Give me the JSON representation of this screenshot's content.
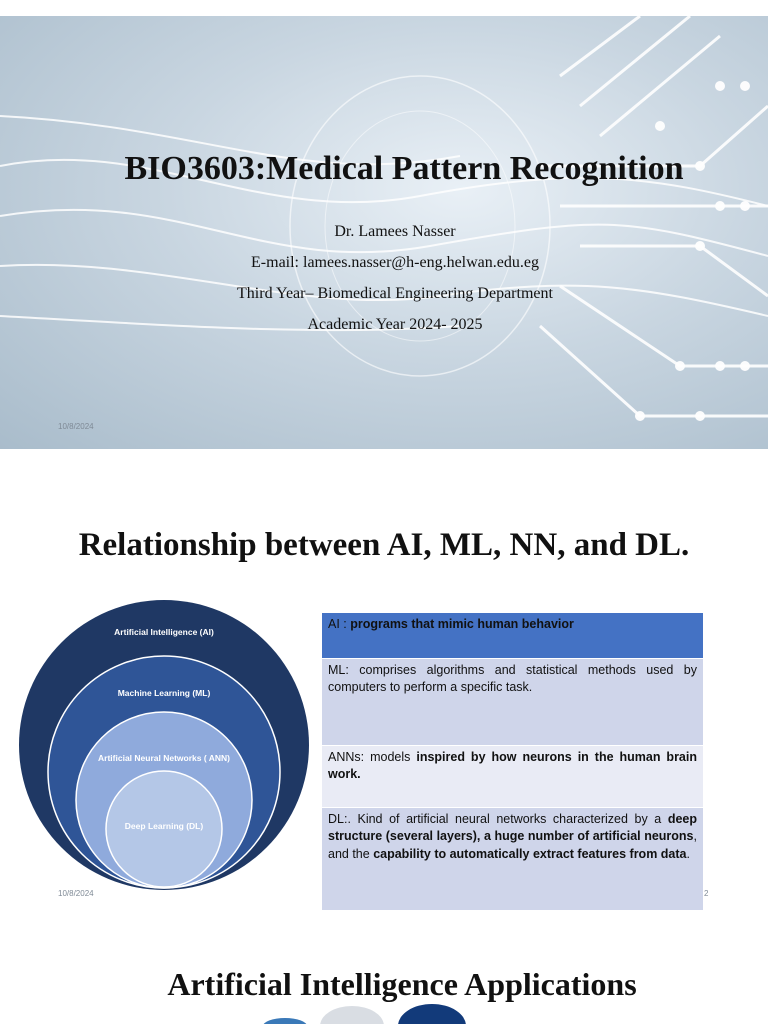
{
  "slide1": {
    "title": "BIO3603:Medical Pattern Recognition",
    "lines": [
      "Dr. Lamees Nasser",
      "E-mail: lamees.nasser@h-eng.helwan.edu.eg",
      "Third Year– Biomedical Engineering Department",
      "Academic Year 2024- 2025"
    ],
    "date": "10/8/2024"
  },
  "slide2": {
    "title": "Relationship between AI, ML, NN, and DL.",
    "circles": [
      "Artificial Intelligence (AI)",
      "Machine Learning (ML)",
      "Artificial Neural Networks ( ANN)",
      "Deep Learning (DL)"
    ],
    "rows": [
      {
        "prefix": "AI : ",
        "bold1": "programs that mimic human behavior"
      },
      {
        "prefix": "ML: comprises algorithms and statistical methods used by computers to perform a specific task."
      },
      {
        "prefix": "ANNs: models ",
        "bold1": "inspired by how neurons in the human brain work."
      },
      {
        "prefix": "DL:. Kind of artificial neural networks characterized by a ",
        "bold1": "deep structure (several layers), a huge number of artificial neurons",
        "mid": ", and the ",
        "bold2": "capability to automatically extract features from data",
        "end": "."
      }
    ],
    "date": "10/8/2024",
    "page": "2"
  },
  "slide3": {
    "title": "Artificial Intelligence Applications"
  },
  "colors": {
    "circle1": "#1f3864",
    "circle2": "#2f5597",
    "circle3": "#8faadc",
    "circle4": "#b4c7e7",
    "header_row": "#4472c4"
  }
}
